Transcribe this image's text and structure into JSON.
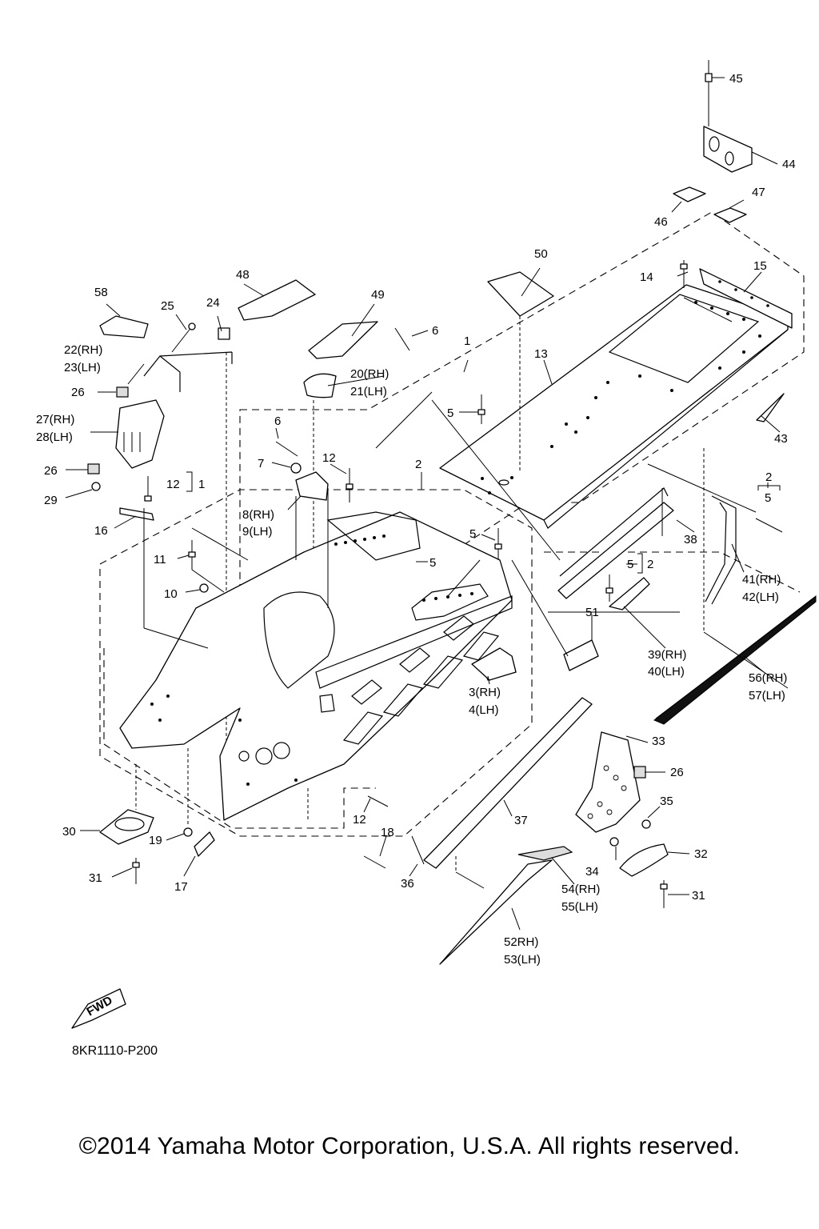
{
  "labels": {
    "p1a": "1",
    "p1b": "1",
    "p2a": "2",
    "p2b": "2",
    "p2c": "2",
    "p3": "3(RH)",
    "p4": "4(LH)",
    "p5a": "5",
    "p5b": "5",
    "p5c": "5",
    "p5d": "5",
    "p5e": "5",
    "p6a": "6",
    "p6b": "6",
    "p7": "7",
    "p8": "8(RH)",
    "p9": "9(LH)",
    "p10": "10",
    "p11": "11",
    "p12a": "12",
    "p12b": "12",
    "p12c": "12",
    "p13": "13",
    "p14": "14",
    "p15": "15",
    "p16": "16",
    "p17": "17",
    "p18": "18",
    "p19": "19",
    "p20": "20(RH)",
    "p21": "21(LH)",
    "p22": "22(RH)",
    "p23": "23(LH)",
    "p24": "24",
    "p25": "25",
    "p26a": "26",
    "p26b": "26",
    "p26c": "26",
    "p27": "27(RH)",
    "p28": "28(LH)",
    "p29": "29",
    "p30": "30",
    "p31a": "31",
    "p31b": "31",
    "p32": "32",
    "p33": "33",
    "p34": "34",
    "p35": "35",
    "p36": "36",
    "p37": "37",
    "p38": "38",
    "p39": "39(RH)",
    "p40": "40(LH)",
    "p41": "41(RH)",
    "p42": "42(LH)",
    "p43": "43",
    "p44": "44",
    "p45": "45",
    "p46": "46",
    "p47": "47",
    "p48": "48",
    "p49": "49",
    "p50": "50",
    "p51": "51",
    "p52": "52RH)",
    "p53": "53(LH)",
    "p54": "54(RH)",
    "p55": "55(LH)",
    "p56": "56(RH)",
    "p57": "57(LH)",
    "p58": "58"
  },
  "fwd_badge": "FWD",
  "diagram_code": "8KR1110-P200",
  "copyright": "©2014 Yamaha Motor Corporation, U.S.A. All rights reserved."
}
